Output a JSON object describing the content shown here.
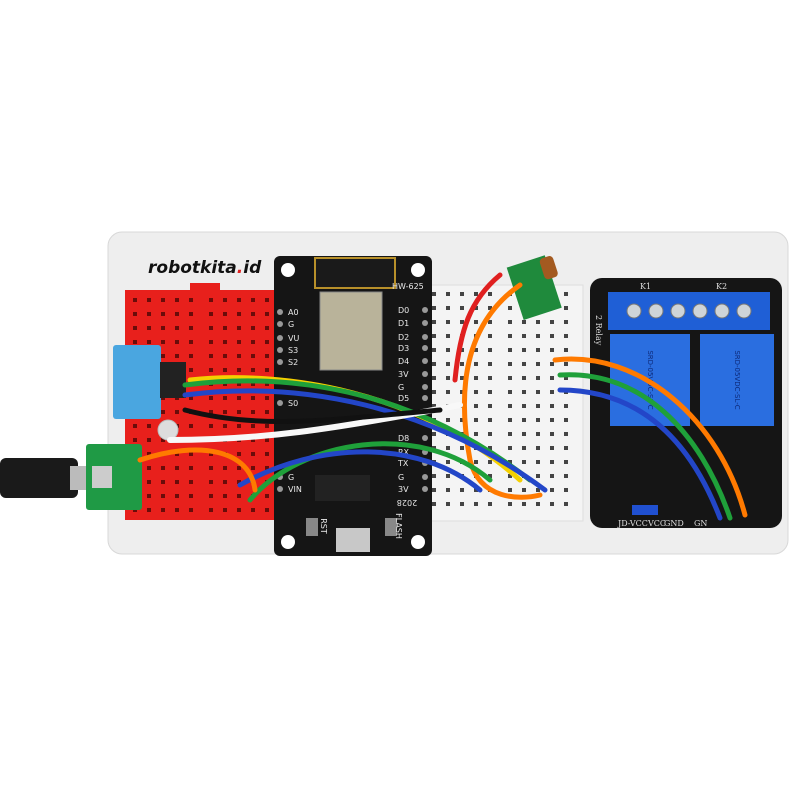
{
  "watermark": {
    "text": "robotkita.id",
    "dot_color": "#e02020"
  },
  "nodemcu": {
    "module_label": "HW-625",
    "left_pins": [
      "A0",
      "G",
      "VU",
      "S3",
      "S2",
      "S0",
      "G",
      "VIN"
    ],
    "right_pins": [
      "D0",
      "D1",
      "D2",
      "D3",
      "D4",
      "3V",
      "G",
      "D5",
      "D8",
      "RX",
      "TX",
      "G",
      "3V"
    ],
    "chip_code": "2028",
    "buttons": [
      "RST",
      "FLASH"
    ]
  },
  "relay_module": {
    "relay_labels": [
      "K1",
      "K2"
    ],
    "title": "2 Relay",
    "relay_model": "SRD-05VDC-SL-C",
    "pins": [
      "JD-VCC",
      "VCC",
      "GND",
      "GN"
    ]
  },
  "colors": {
    "breadboard_red": "#e8201c",
    "breadboard_white": "#f2f2f2",
    "pcb_black": "#151515",
    "relay_blue": "#1f5fd6",
    "wire_orange": "#ff7a00",
    "wire_yellow": "#f5d000",
    "wire_green": "#1fa03a",
    "wire_blue": "#2346c8"
  }
}
